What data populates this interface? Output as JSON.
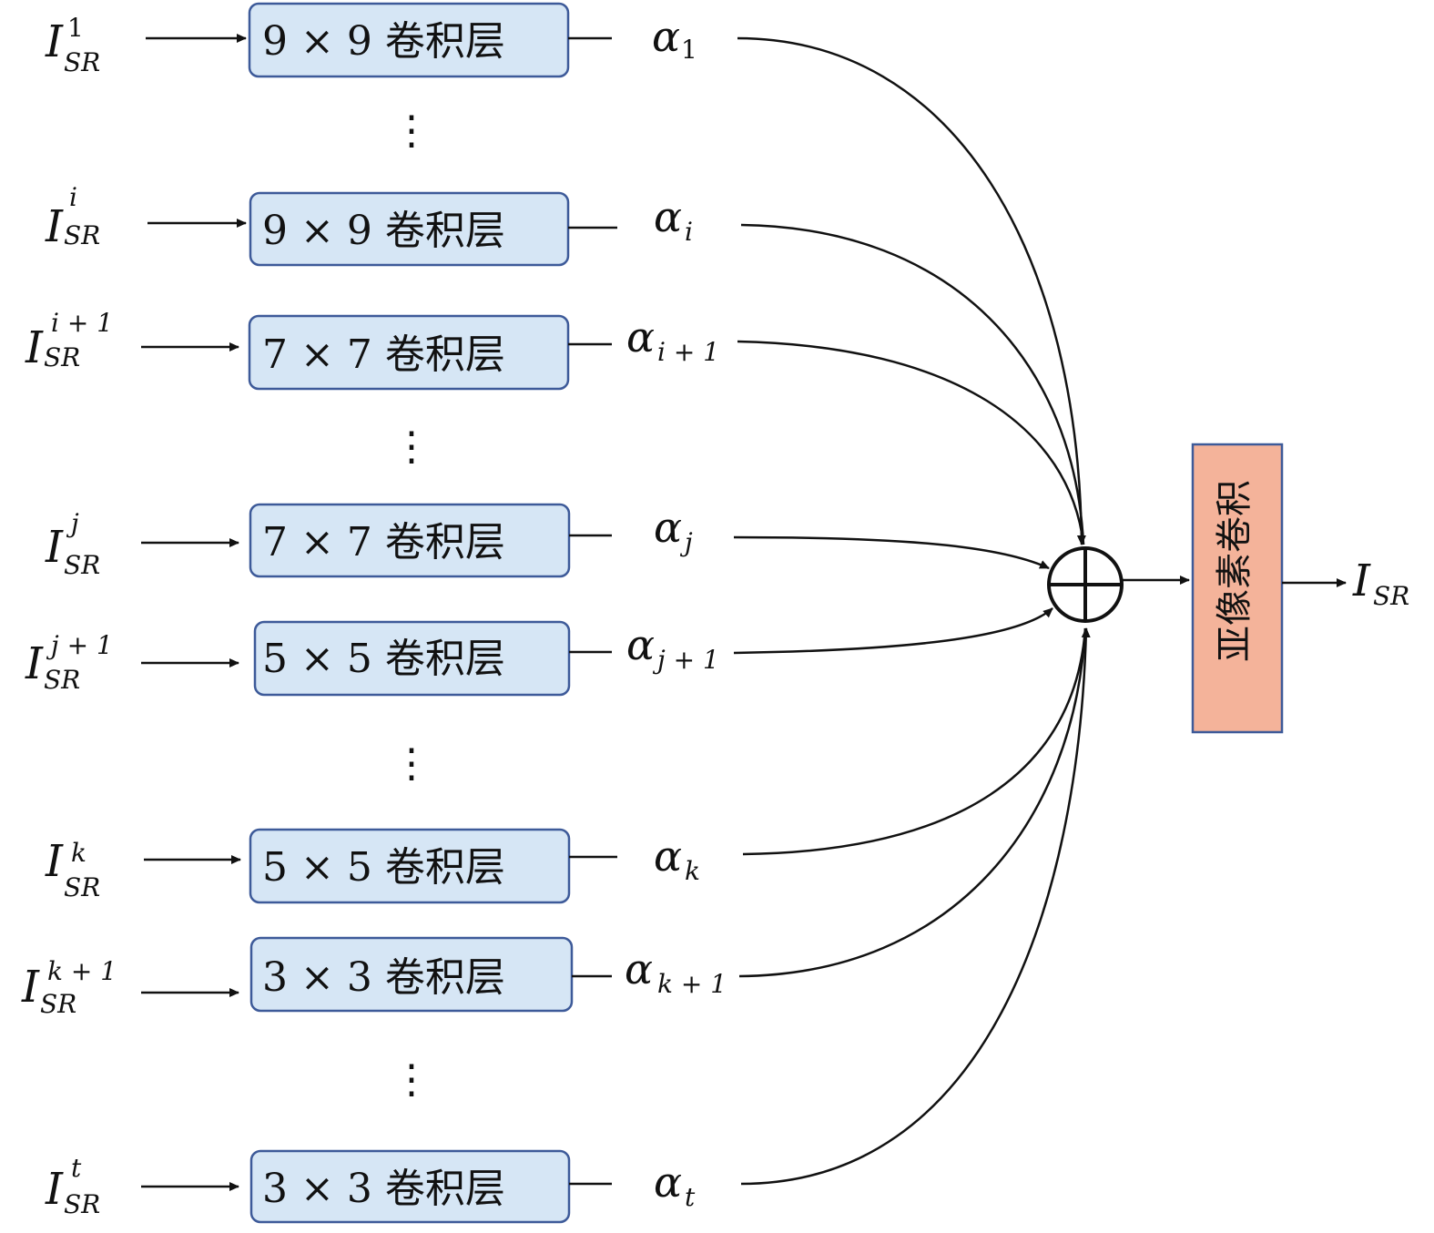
{
  "diagram": {
    "rows": [
      {
        "input_base": "I",
        "input_sub": "SR",
        "input_sup": "1",
        "layer": "9 × 9 卷积层",
        "weight_base": "α",
        "weight_sub": "1"
      },
      {
        "input_base": "I",
        "input_sub": "SR",
        "input_sup": "i",
        "layer": "9 × 9 卷积层",
        "weight_base": "α",
        "weight_sub": "i"
      },
      {
        "input_base": "I",
        "input_sub": "SR",
        "input_sup": "i + 1",
        "layer": "7 × 7 卷积层",
        "weight_base": "α",
        "weight_sub": "i + 1"
      },
      {
        "input_base": "I",
        "input_sub": "SR",
        "input_sup": "j",
        "layer": "7 × 7 卷积层",
        "weight_base": "α",
        "weight_sub": "j"
      },
      {
        "input_base": "I",
        "input_sub": "SR",
        "input_sup": "j + 1",
        "layer": "5 × 5 卷积层",
        "weight_base": "α",
        "weight_sub": "j + 1"
      },
      {
        "input_base": "I",
        "input_sub": "SR",
        "input_sup": "k",
        "layer": "5 × 5 卷积层",
        "weight_base": "α",
        "weight_sub": "k"
      },
      {
        "input_base": "I",
        "input_sub": "SR",
        "input_sup": "k + 1",
        "layer": "3 × 3 卷积层",
        "weight_base": "α",
        "weight_sub": "k + 1"
      },
      {
        "input_base": "I",
        "input_sub": "SR",
        "input_sup": "t",
        "layer": "3 × 3 卷积层",
        "weight_base": "α",
        "weight_sub": "t"
      }
    ],
    "ellipsis": "⋮",
    "subpixel_label": "亚像素卷积",
    "output_base": "I",
    "output_sub": "SR",
    "colors": {
      "conv_fill": "#d6e6f5",
      "conv_stroke": "#3d5a99",
      "subpixel_fill": "#f4b39a",
      "subpixel_stroke": "#3d5a99",
      "line": "#111111"
    }
  }
}
